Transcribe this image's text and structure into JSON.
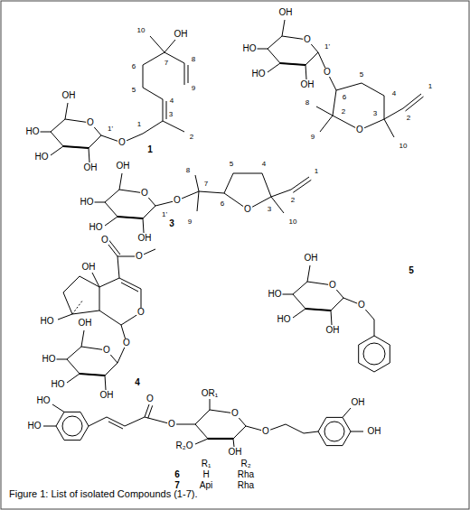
{
  "diagram": {
    "caption": "Figure 1: List of isolated Compounds (1-7).",
    "labels": [
      "OH",
      "HO",
      "HO",
      "OH",
      "O",
      "1'",
      "O",
      "1",
      "1",
      "2",
      "3",
      "4",
      "5",
      "6",
      "7",
      "OH",
      "10",
      "8",
      "9",
      "OH",
      "HO",
      "HO",
      "OH",
      "O",
      "1'",
      "O",
      "6",
      "5",
      "4",
      "2",
      "1",
      "8",
      "2",
      "3",
      "9",
      "O",
      "10",
      "OH",
      "HO",
      "HO",
      "OH",
      "O",
      "1'",
      "O",
      "8",
      "7",
      "5",
      "4",
      "2",
      "1",
      "6",
      "3",
      "O",
      "3",
      "9",
      "10",
      "O",
      "O",
      "OH",
      "O",
      "HO",
      "O",
      "OH",
      "HO",
      "HO",
      "OH",
      "O",
      "4",
      "OH",
      "HO",
      "HO",
      "OH",
      "O",
      "O",
      "5",
      "HO",
      "HO",
      "O",
      "O",
      "OR₁",
      "R₂O",
      "O",
      "OH",
      "O",
      "OH",
      "OH",
      "R₁",
      "R₂",
      "6",
      "H",
      "Rha",
      "7",
      "Api",
      "Rha"
    ]
  }
}
